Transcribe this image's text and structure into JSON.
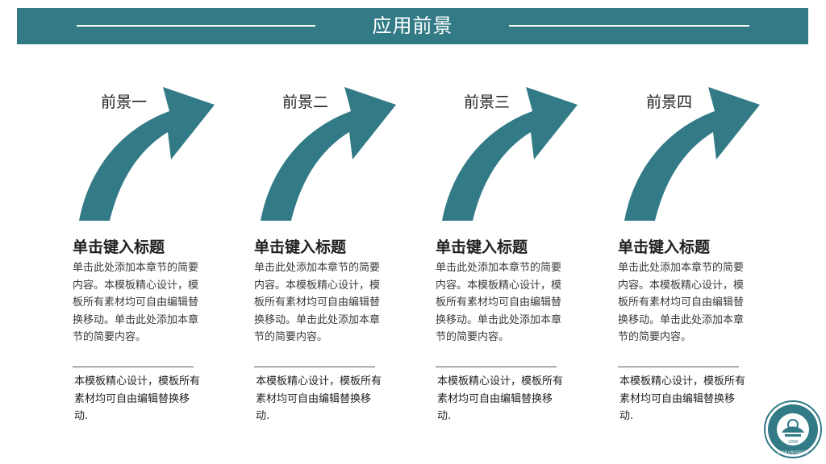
{
  "header": {
    "title": "应用前景"
  },
  "colors": {
    "accent": "#317a86",
    "arrow": "#317a86",
    "text": "#222222"
  },
  "cards": [
    {
      "label": "前景一",
      "heading": "单击键入标题",
      "body": "单击此处添加本章节的简要内容。本模板精心设计，模板所有素材均可自由编辑替换移动。单击此处添加本章节的简要内容。",
      "note": "本模板精心设计，模板所有素材均可自由编辑替换移动."
    },
    {
      "label": "前景二",
      "heading": "单击键入标题",
      "body": "单击此处添加本章节的简要内容。本模板精心设计，模板所有素材均可自由编辑替换移动。单击此处添加本章节的简要内容。",
      "note": "本模板精心设计，模板所有素材均可自由编辑替换移动."
    },
    {
      "label": "前景三",
      "heading": "单击键入标题",
      "body": "单击此处添加本章节的简要内容。本模板精心设计，模板所有素材均可自由编辑替换移动。单击此处添加本章节的简要内容。",
      "note": "本模板精心设计，模板所有素材均可自由编辑替换移动."
    },
    {
      "label": "前景四",
      "heading": "单击键入标题",
      "body": "单击此处添加本章节的简要内容。本模板精心设计，模板所有素材均可自由编辑替换移动。单击此处添加本章节的简要内容。",
      "note": "本模板精心设计，模板所有素材均可自由编辑替换移动."
    }
  ],
  "logo": {
    "icon": "university-seal-icon",
    "year": "1906",
    "name": "JINAN UNIVERSITY"
  }
}
